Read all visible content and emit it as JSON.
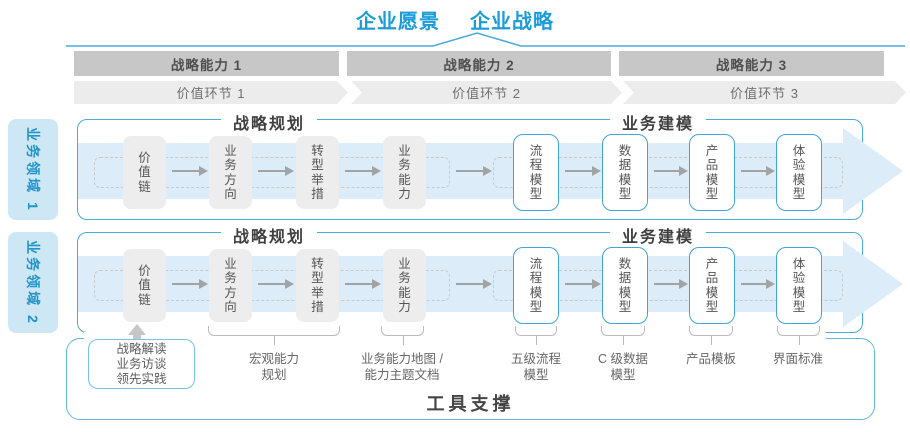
{
  "header": {
    "vision": "企业愿景",
    "strategy": "企业战略"
  },
  "strategy_bands": [
    {
      "capability": "战略能力 1",
      "value_link": "价值环节 1"
    },
    {
      "capability": "战略能力 2",
      "value_link": "价值环节 2"
    },
    {
      "capability": "战略能力 3",
      "value_link": "价值环节 3"
    }
  ],
  "domains": [
    {
      "label": "业务领域 1",
      "planning_header": "战略规划",
      "modeling_header": "业务建模",
      "planning_boxes": [
        "价值链",
        "业务方向",
        "转型举措",
        "业务能力"
      ],
      "modeling_boxes": [
        "流程模型",
        "数据模型",
        "产品模型",
        "体验模型"
      ]
    },
    {
      "label": "业务领域 2",
      "planning_header": "战略规划",
      "modeling_header": "业务建模",
      "planning_boxes": [
        "价值链",
        "业务方向",
        "转型举措",
        "业务能力"
      ],
      "modeling_boxes": [
        "流程模型",
        "数据模型",
        "产品模型",
        "体验模型"
      ]
    }
  ],
  "annotations": {
    "practice_box": {
      "lines": [
        "战略解读",
        "业务访谈",
        "领先实践"
      ]
    },
    "items": [
      {
        "lines": [
          "宏观能力",
          "规划"
        ]
      },
      {
        "lines": [
          "业务能力地图 /",
          "能力主题文档"
        ]
      },
      {
        "lines": [
          "五级流程",
          "模型"
        ]
      },
      {
        "lines": [
          "C 级数据",
          "模型"
        ]
      },
      {
        "lines": [
          "产品模板"
        ]
      },
      {
        "lines": [
          "界面标准"
        ]
      }
    ]
  },
  "footer": {
    "label": "工具支撑"
  },
  "colors": {
    "accent_blue": "#1b9cd9",
    "row_border": "#49abdb",
    "outer_border": "#5fb8e2",
    "arrow_band_fill": "#dcecf8",
    "capability_band_fill": "#c7c7c7",
    "value_band_fill": "#ececec",
    "gray_box_fill": "#ededed",
    "model_box_border": "#41a5d6",
    "domain_label_fill": "#cde7f4"
  }
}
